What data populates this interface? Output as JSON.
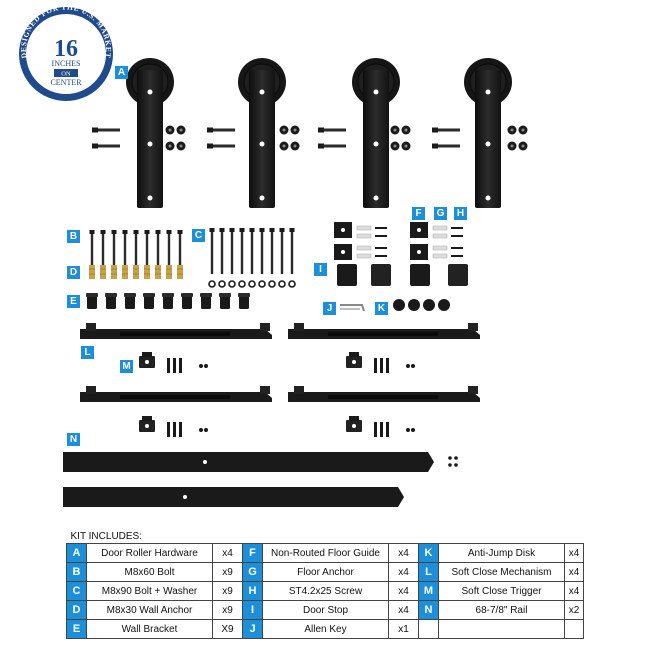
{
  "badge": {
    "arc_text": "DESIGNED FOR THE U.S. MARKET",
    "number": "16",
    "line1": "INCHES",
    "line2": "ON",
    "line3": "CENTER"
  },
  "callouts": [
    "A",
    "B",
    "C",
    "D",
    "E",
    "F",
    "G",
    "H",
    "I",
    "J",
    "K",
    "L",
    "M",
    "N"
  ],
  "kit": {
    "header": "KIT INCLUDES:",
    "rows": [
      [
        {
          "letter": "A",
          "name": "Door Roller Hardware",
          "qty": "x4"
        },
        {
          "letter": "F",
          "name": "Non-Routed Floor Guide",
          "qty": "x4"
        },
        {
          "letter": "K",
          "name": "Anti-Jump Disk",
          "qty": "x4"
        }
      ],
      [
        {
          "letter": "B",
          "name": "M8x60 Bolt",
          "qty": "x9"
        },
        {
          "letter": "G",
          "name": "Floor Anchor",
          "qty": "x4"
        },
        {
          "letter": "L",
          "name": "Soft Close Mechanism",
          "qty": "x4"
        }
      ],
      [
        {
          "letter": "C",
          "name": "M8x90 Bolt + Washer",
          "qty": "x9"
        },
        {
          "letter": "H",
          "name": "ST4.2x25 Screw",
          "qty": "x4"
        },
        {
          "letter": "M",
          "name": "Soft Close Trigger",
          "qty": "x4"
        }
      ],
      [
        {
          "letter": "D",
          "name": "M8x30 Wall Anchor",
          "qty": "x9"
        },
        {
          "letter": "I",
          "name": "Door Stop",
          "qty": "x4"
        },
        {
          "letter": "N",
          "name": "68-7/8\" Rail",
          "qty": "x2"
        }
      ],
      [
        {
          "letter": "E",
          "name": "Wall Bracket",
          "qty": "X9"
        },
        {
          "letter": "J",
          "name": "Allen Key",
          "qty": "x1"
        },
        {
          "letter": "",
          "name": "",
          "qty": ""
        }
      ]
    ]
  },
  "colors": {
    "accent": "#1d8fd8",
    "hardware": "#1e1e1e",
    "brass": "#c8a24a",
    "badge": "#1f4a8c"
  }
}
